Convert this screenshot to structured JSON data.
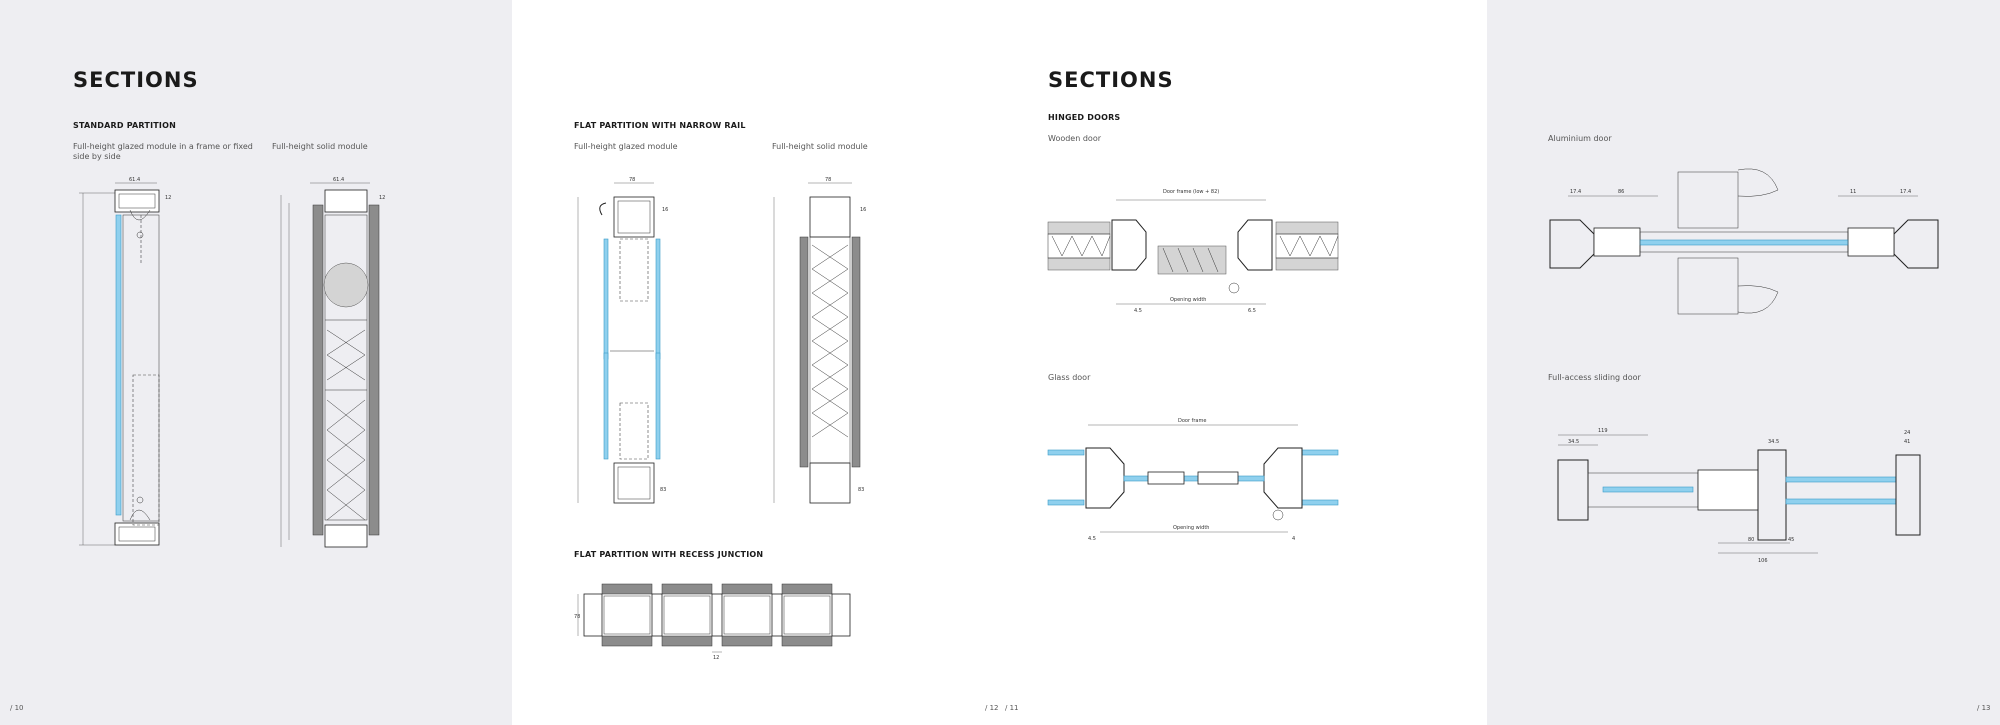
{
  "pages": {
    "left": {
      "title": "SECTIONS",
      "subtitle": "STANDARD PARTITION",
      "caption_glazed": "Full-height glazed module in a frame or fixed side by side",
      "caption_solid": "Full-height solid module",
      "page_number": "/ 10"
    },
    "middle_left": {
      "subtitle_narrow": "FLAT PARTITION WITH NARROW RAIL",
      "caption_glazed": "Full-height glazed module",
      "caption_solid": "Full-height solid module",
      "subtitle_recess": "FLAT PARTITION WITH RECESS JUNCTION",
      "page_number": "/ 12"
    },
    "middle_right": {
      "title": "SECTIONS",
      "subtitle": "HINGED DOORS",
      "caption_wooden": "Wooden door",
      "caption_glass": "Glass door",
      "page_number": "/ 11"
    },
    "right": {
      "caption_aluminium": "Aluminium door",
      "caption_sliding": "Full-access sliding door",
      "page_number": "/ 13"
    }
  },
  "dimensions": {
    "door_frame_wood": "Door frame (low + 82)",
    "opening_width": "Opening width",
    "door_frame": "Door frame",
    "d_61_4": "61.4",
    "d_12": "12",
    "d_78": "78",
    "d_16": "16",
    "d_83": "83",
    "d_4_5": "4.5",
    "d_6_5": "6.5",
    "d_4": "4",
    "d_17_4": "17.4",
    "d_86": "86",
    "d_11": "11",
    "d_119": "119",
    "d_34_5": "34.5",
    "d_24": "24",
    "d_41": "41",
    "d_80": "80",
    "d_45": "45",
    "d_106": "106"
  },
  "colors": {
    "page_grey": "#eeeef2",
    "glass": "#8fd0ee",
    "solid_panel": "#8c8c8c"
  }
}
